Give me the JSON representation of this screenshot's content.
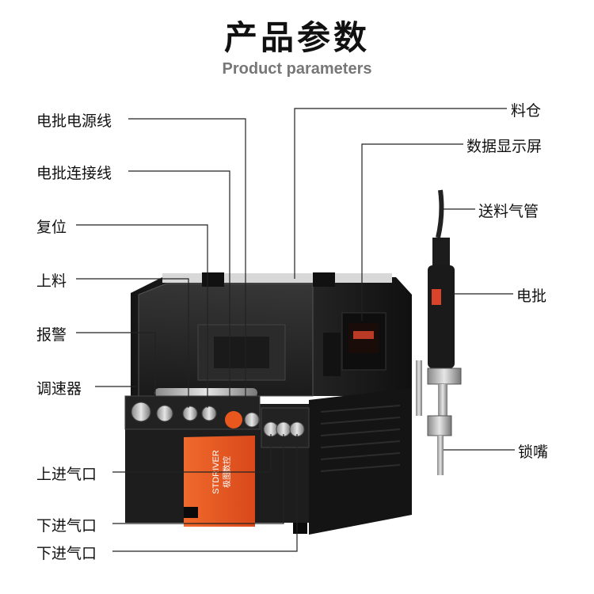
{
  "header": {
    "title": "产品参数",
    "subtitle": "Product parameters"
  },
  "labels_left": {
    "power_cable": "电批电源线",
    "connection_cable": "电批连接线",
    "reset": "复位",
    "feed": "上料",
    "alarm": "报警",
    "speed_controller": "调速器",
    "upper_air_inlet": "上进气口",
    "lower_air_inlet_1": "下进气口",
    "lower_air_inlet_2": "下进气口"
  },
  "labels_right": {
    "hopper": "料仓",
    "display": "数据显示屏",
    "feed_tube": "送料气管",
    "screwdriver": "电批",
    "lock_nozzle": "锁嘴"
  },
  "device": {
    "brand_en": "STDRIVER",
    "brand_cn": "极图数控",
    "colors": {
      "body": "#1b1b1b",
      "accent": "#e8581e",
      "panel": "#2a2a2a",
      "display_glow": "#d8432a"
    }
  }
}
